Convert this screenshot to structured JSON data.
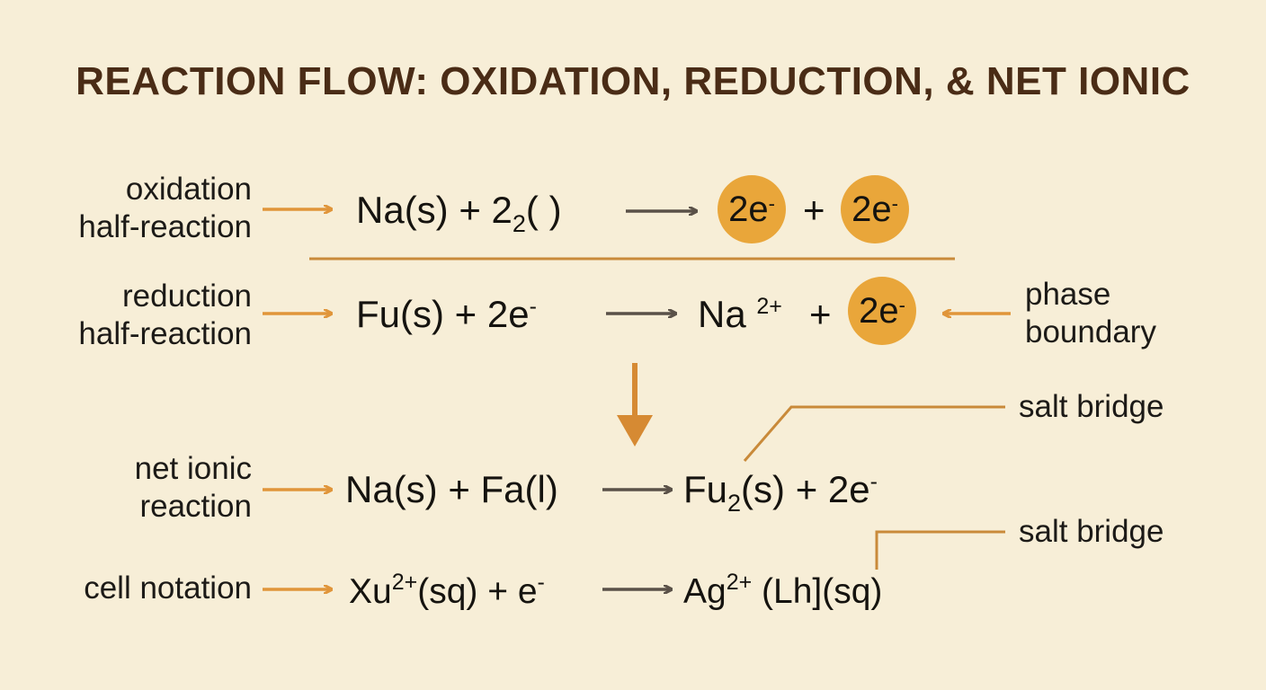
{
  "title": "REACTION FLOW: OXIDATION, REDUCTION, & NET IONIC",
  "labels": {
    "oxidation": [
      "oxidation",
      "half-reaction"
    ],
    "reduction": [
      "reduction",
      "half-reaction"
    ],
    "net": [
      "net ionic",
      "reaction"
    ],
    "cell": "cell notation",
    "phase": [
      "phase",
      "boundary"
    ],
    "salt1": "salt bridge",
    "salt2": "salt bridge"
  },
  "eq1": {
    "lhs": "Na(s) + 2",
    "lhs_sub": "2",
    "lhs_end": "( )",
    "p1": "2e",
    "p1_sup": "-",
    "plus": "+",
    "p2": "2e",
    "p2_sup": "-"
  },
  "eq2": {
    "lhs": "Fu(s) + 2e",
    "lhs_sup": "-",
    "rhs": "Na",
    "rhs_sup": "2+",
    "plus": "+",
    "p": "2e",
    "p_sup": "-"
  },
  "eq3": {
    "lhs": "Na(s) + Fa(l)",
    "rhs": "Fu",
    "rhs_sub": "2",
    "rhs_end": "(s) + 2e",
    "rhs_sup": "-"
  },
  "eq4": {
    "lhs": "Xu",
    "lhs_sup": "2+",
    "lhs_end": "(sq) + e",
    "lhs_sup2": "-",
    "rhs": "Ag",
    "rhs_sup": "2+",
    "rhs_end": " (Lh](sq)"
  },
  "colors": {
    "accent": "#e9a63a",
    "arrow_orange": "#e0953a",
    "arrow_gray": "#5a5148",
    "line": "#c98a3a",
    "title": "#4a2c16",
    "background": "#f7eed7"
  }
}
